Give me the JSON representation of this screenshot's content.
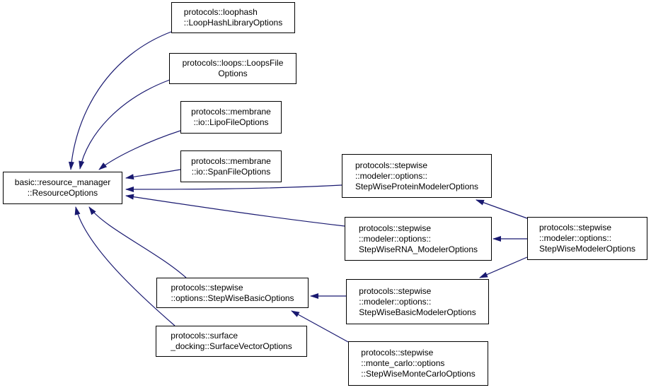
{
  "diagram": {
    "type": "class-inheritance-graph",
    "colors": {
      "background": "#ffffff",
      "edge": "#191970",
      "node_border": "#000000",
      "node_fill": "#ffffff",
      "text": "#000000"
    },
    "nodes": [
      {
        "id": "resource-options",
        "lines": [
          "basic::resource_manager",
          "::ResourceOptions"
        ]
      },
      {
        "id": "loophash-library-options",
        "lines": [
          "protocols::loophash",
          "::LoopHashLibraryOptions"
        ]
      },
      {
        "id": "loops-file-options",
        "lines": [
          "protocols::loops::LoopsFile",
          "Options"
        ]
      },
      {
        "id": "lipo-file-options",
        "lines": [
          "protocols::membrane",
          "::io::LipoFileOptions"
        ]
      },
      {
        "id": "span-file-options",
        "lines": [
          "protocols::membrane",
          "::io::SpanFileOptions"
        ]
      },
      {
        "id": "stepwise-protein-modeler-options",
        "lines": [
          "protocols::stepwise",
          "::modeler::options::",
          "StepWiseProteinModelerOptions"
        ]
      },
      {
        "id": "stepwise-rna-modeler-options",
        "lines": [
          "protocols::stepwise",
          "::modeler::options::",
          "StepWiseRNA_ModelerOptions"
        ]
      },
      {
        "id": "stepwise-modeler-options",
        "lines": [
          "protocols::stepwise",
          "::modeler::options::",
          "StepWiseModelerOptions"
        ]
      },
      {
        "id": "stepwise-basic-options",
        "lines": [
          "protocols::stepwise",
          "::options::StepWiseBasicOptions"
        ]
      },
      {
        "id": "surface-vector-options",
        "lines": [
          "protocols::surface",
          "_docking::SurfaceVectorOptions"
        ]
      },
      {
        "id": "stepwise-basic-modeler-options",
        "lines": [
          "protocols::stepwise",
          "::modeler::options::",
          "StepWiseBasicModelerOptions"
        ]
      },
      {
        "id": "stepwise-monte-carlo-options",
        "lines": [
          "protocols::stepwise",
          "::monte_carlo::options",
          "::StepWiseMonteCarloOptions"
        ]
      }
    ],
    "edges": [
      {
        "from": "loophash-library-options",
        "to": "resource-options"
      },
      {
        "from": "loops-file-options",
        "to": "resource-options"
      },
      {
        "from": "lipo-file-options",
        "to": "resource-options"
      },
      {
        "from": "span-file-options",
        "to": "resource-options"
      },
      {
        "from": "stepwise-protein-modeler-options",
        "to": "resource-options"
      },
      {
        "from": "stepwise-rna-modeler-options",
        "to": "resource-options"
      },
      {
        "from": "stepwise-basic-options",
        "to": "resource-options"
      },
      {
        "from": "surface-vector-options",
        "to": "resource-options"
      },
      {
        "from": "stepwise-basic-modeler-options",
        "to": "stepwise-basic-options"
      },
      {
        "from": "stepwise-monte-carlo-options",
        "to": "stepwise-basic-options"
      },
      {
        "from": "stepwise-modeler-options",
        "to": "stepwise-protein-modeler-options"
      },
      {
        "from": "stepwise-modeler-options",
        "to": "stepwise-rna-modeler-options"
      },
      {
        "from": "stepwise-modeler-options",
        "to": "stepwise-basic-modeler-options"
      }
    ]
  }
}
